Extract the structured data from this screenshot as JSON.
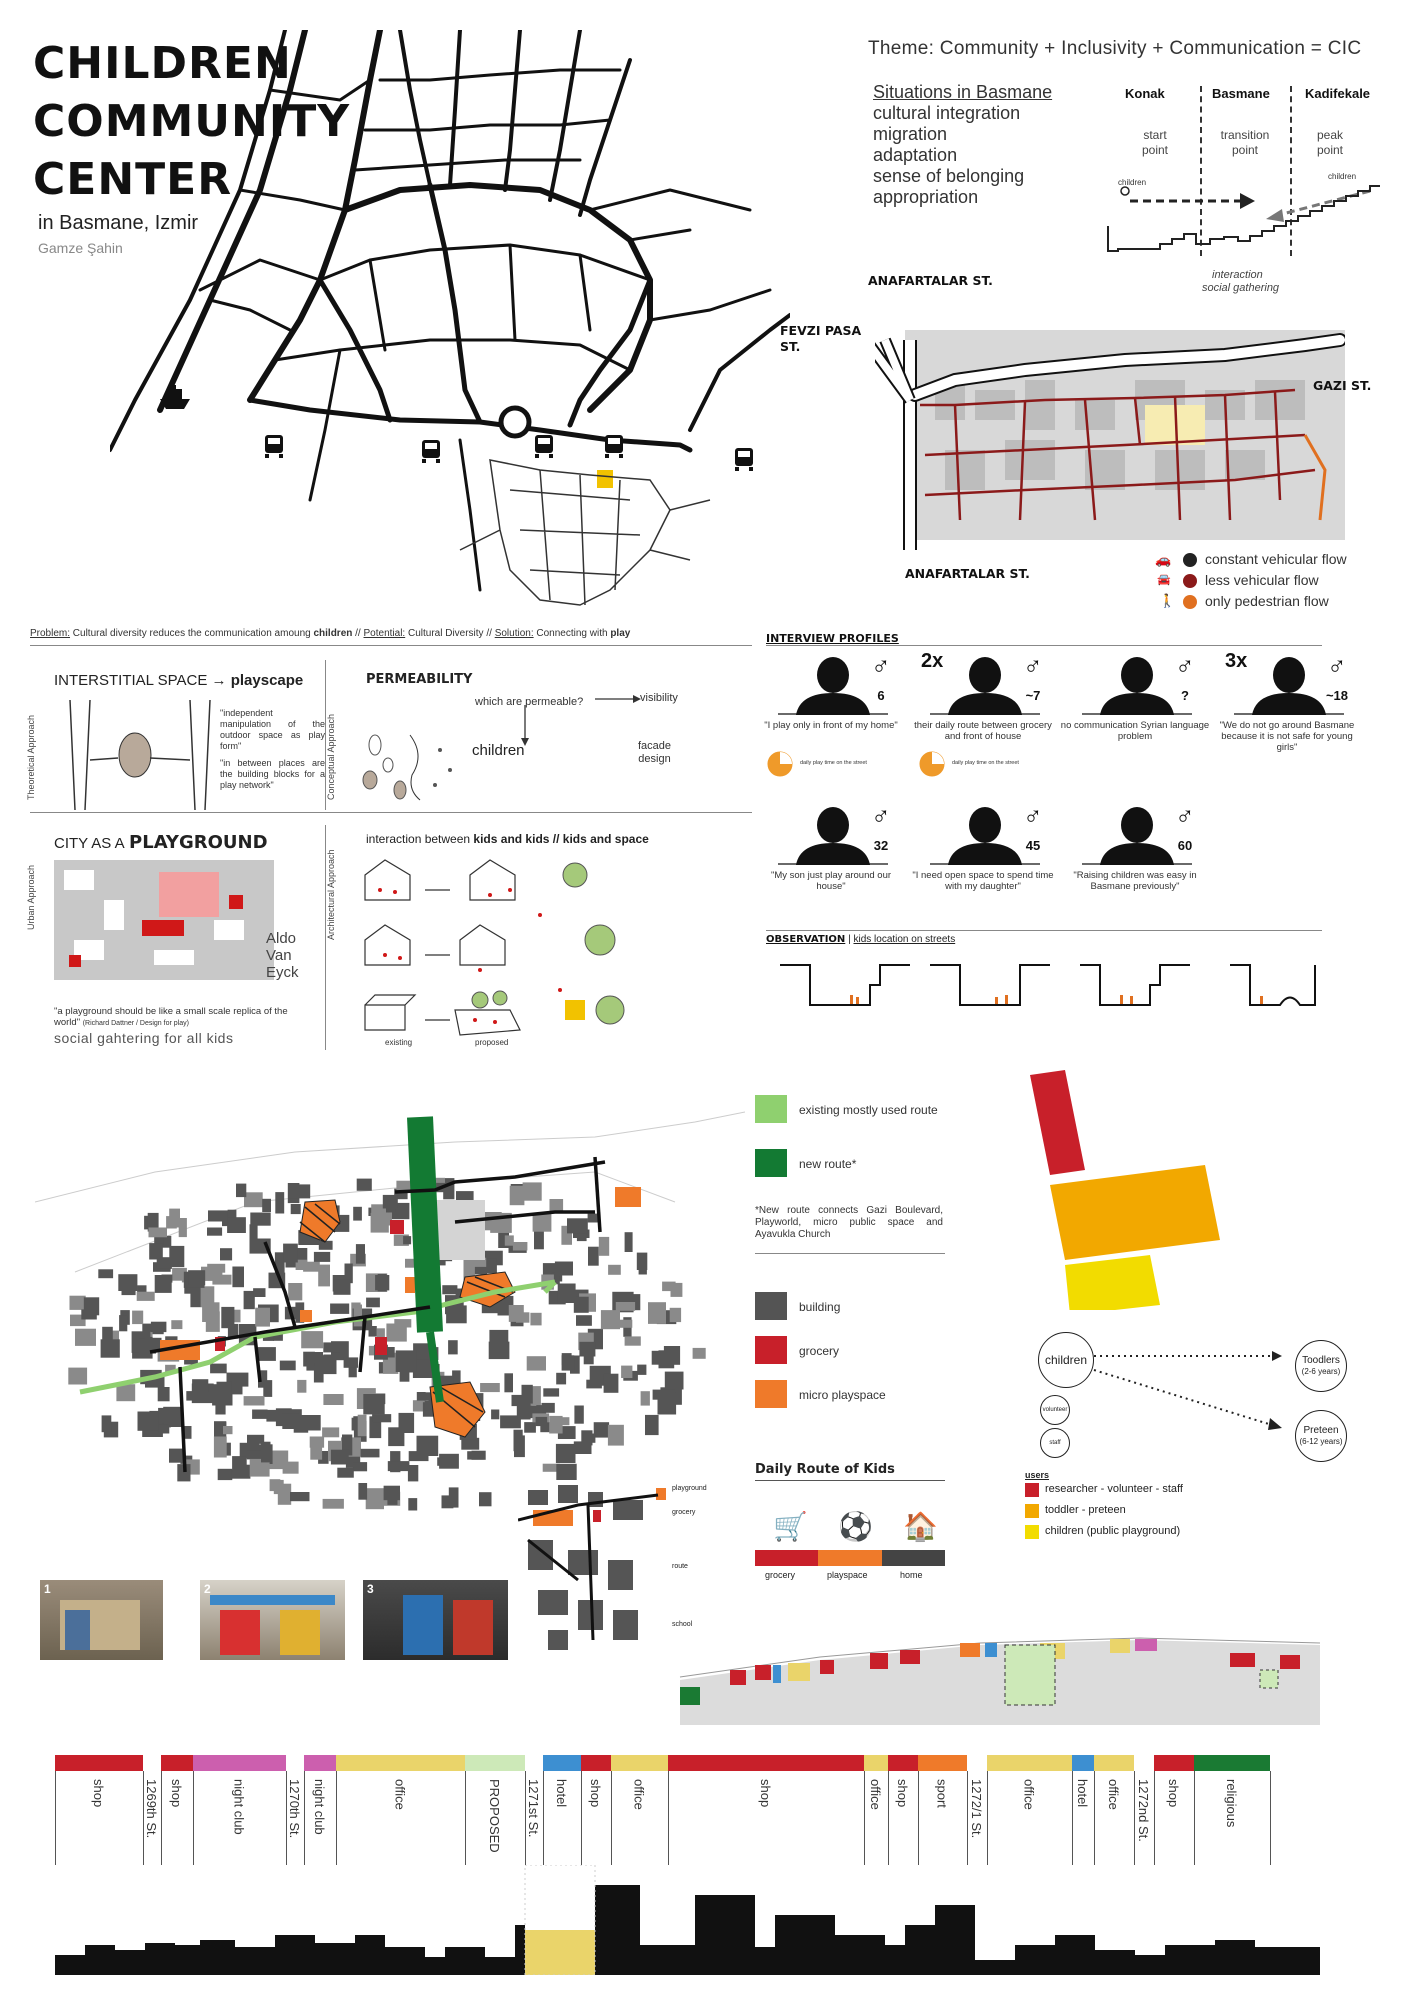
{
  "header": {
    "title_lines": [
      "CHILDREN",
      "COMMUNITY",
      "CENTER"
    ],
    "subtitle": "in Basmane, Izmir",
    "author": "Gamze Şahin",
    "theme": "Theme: Community + Inclusivity + Communication = CIC"
  },
  "situations": {
    "heading": "Situations in Basmane",
    "items": [
      "cultural integration",
      "migration",
      "adaptation",
      "sense of belonging",
      "appropriation"
    ]
  },
  "route_diagram": {
    "columns": [
      {
        "name": "Konak",
        "desc1": "start",
        "desc2": "point"
      },
      {
        "name": "Basmane",
        "desc1": "transition",
        "desc2": "point"
      },
      {
        "name": "Kadifekale",
        "desc1": "peak",
        "desc2": "point"
      }
    ],
    "children_left": "children",
    "children_right": "children",
    "caption1": "interaction",
    "caption2": "social gathering"
  },
  "streets": {
    "anafartalar_top": "ANAFARTALAR ST.",
    "fevzi_1": "FEVZI PASA",
    "fevzi_2": "ST.",
    "gazi": "GAZI ST.",
    "anafartalar_bottom": "ANAFARTALAR ST."
  },
  "flow_legend": [
    {
      "label": "constant vehicular flow",
      "color": "#222222"
    },
    {
      "label": "less vehicular flow",
      "color": "#8b1a1a"
    },
    {
      "label": "only pedestrian flow",
      "color": "#e07020"
    }
  ],
  "problem_line": {
    "problem_k": "Problem:",
    "problem_v": "Cultural diversity reduces the communication amoung",
    "problem_b": "children",
    "potential_k": "Potential:",
    "potential_v": "Cultural Diversity",
    "solution_k": "Solution:",
    "solution_v": "Connecting with",
    "solution_b": "play",
    "sep": "//"
  },
  "interstitial": {
    "heading": "INTERSTITIAL SPACE",
    "arrow_target": "playscape",
    "side_label": "Theoretical Approach",
    "quote1": "\"independent manipulation of the outdoor space as play form\"",
    "quote2": "\"in between places are the building blocks for a play network\""
  },
  "permeability": {
    "heading": "PERMEABILITY",
    "side_label": "Conceptual Approach",
    "q": "which are permeable?",
    "visibility": "visibility",
    "children": "children",
    "facade1": "facade",
    "facade2": "design"
  },
  "playground": {
    "heading_a": "CITY AS A",
    "heading_b": "PLAYGROUND",
    "side_label": "Urban Approach",
    "aldo": [
      "Aldo",
      "Van",
      "Eyck"
    ],
    "quote": "\"a playground should be like a small scale replica of the world\"",
    "cite": "(Richard Dattner / Design for play)",
    "caption": "social gahtering for all kids"
  },
  "architectural": {
    "heading_a": "interaction between",
    "heading_b": "kids and kids // kids and space",
    "side_label": "Architectural Approach",
    "existing": "existing",
    "proposed": "proposed"
  },
  "interviews": {
    "heading": "INTERVIEW PROFILES",
    "gender_symbol": "♂",
    "pie_caption": "daily play time on the street",
    "profiles": [
      {
        "count": "",
        "age": "6",
        "quote": "\"I play only in front of my home\""
      },
      {
        "count": "2x",
        "age": "~7",
        "quote": "their daily route between grocery and front of house"
      },
      {
        "count": "",
        "age": "?",
        "quote": "no communication Syrian language problem"
      },
      {
        "count": "3x",
        "age": "~18",
        "quote": "\"We do not go around Basmane because it is not safe for young girls\""
      },
      {
        "count": "",
        "age": "32",
        "quote": "\"My son just play around our house\""
      },
      {
        "count": "",
        "age": "45",
        "quote": "\"I need open space to spend time with my daughter\""
      },
      {
        "count": "",
        "age": "60",
        "quote": "\"Raising children was easy in Basmane previously\""
      }
    ]
  },
  "observation": {
    "heading": "OBSERVATION",
    "sep": "|",
    "sub": "kids location on streets"
  },
  "route_legend": {
    "items": [
      {
        "label": "existing mostly used route",
        "color": "#8fd06f"
      },
      {
        "label": "new route*",
        "color": "#137a33"
      }
    ],
    "note": "*New route connects Gazi Boulevard, Playworld, micro public space and Ayavukla Church",
    "items2": [
      {
        "label": "building",
        "color": "#545454"
      },
      {
        "label": "grocery",
        "color": "#c8202a"
      },
      {
        "label": "micro playspace",
        "color": "#ef7a2a"
      }
    ]
  },
  "daily_route": {
    "heading": "Daily Route of Kids",
    "items": [
      {
        "label": "grocery",
        "color": "#c8202a"
      },
      {
        "label": "playspace",
        "color": "#ef7a2a"
      },
      {
        "label": "home",
        "color": "#444444"
      }
    ],
    "mini_labels": [
      "playground",
      "grocery",
      "route",
      "school"
    ]
  },
  "users": {
    "heading": "users",
    "items": [
      {
        "label": "researcher - volunteer - staff",
        "color": "#c8202a"
      },
      {
        "label": "toddler - preteen",
        "color": "#f2a800"
      },
      {
        "label": "children (public playground)",
        "color": "#f2dc00"
      }
    ],
    "circles": {
      "children": "children",
      "volunteer": "volunteer",
      "staff": "staff",
      "toddlers": "Toodlers",
      "toddlers_age": "(2-6 years)",
      "preteen": "Preteen",
      "preteen_age": "(6-12 years)"
    }
  },
  "photos": [
    "1",
    "2",
    "3"
  ],
  "strip": {
    "segments": [
      {
        "label": "shop",
        "color": "#c8202a",
        "w": 88
      },
      {
        "label": "1269th St.",
        "color": "#ffffff",
        "w": 18
      },
      {
        "label": "shop",
        "color": "#c8202a",
        "w": 32
      },
      {
        "label": "night club",
        "color": "#cc5fae",
        "w": 93
      },
      {
        "label": "1270th St.",
        "color": "#ffffff",
        "w": 18
      },
      {
        "label": "night club",
        "color": "#cc5fae",
        "w": 32
      },
      {
        "label": "office",
        "color": "#ead46a",
        "w": 129
      },
      {
        "label": "PROPOSED",
        "color": "#cde9b8",
        "w": 60
      },
      {
        "label": "1271st St.",
        "color": "#ffffff",
        "w": 18
      },
      {
        "label": "hotel",
        "color": "#3d8fd1",
        "w": 38
      },
      {
        "label": "shop",
        "color": "#c8202a",
        "w": 30
      },
      {
        "label": "office",
        "color": "#ead46a",
        "w": 57
      },
      {
        "label": "shop",
        "color": "#c8202a",
        "w": 196
      },
      {
        "label": "office",
        "color": "#ead46a",
        "w": 24
      },
      {
        "label": "shop",
        "color": "#c8202a",
        "w": 30
      },
      {
        "label": "sport",
        "color": "#ef7a2a",
        "w": 49
      },
      {
        "label": "1272/1 St.",
        "color": "#ffffff",
        "w": 20
      },
      {
        "label": "office",
        "color": "#ead46a",
        "w": 85
      },
      {
        "label": "hotel",
        "color": "#3d8fd1",
        "w": 22
      },
      {
        "label": "office",
        "color": "#ead46a",
        "w": 40
      },
      {
        "label": "1272nd St.",
        "color": "#ffffff",
        "w": 20
      },
      {
        "label": "shop",
        "color": "#c8202a",
        "w": 40
      },
      {
        "label": "religious",
        "color": "#1a7a33",
        "w": 76
      }
    ]
  }
}
